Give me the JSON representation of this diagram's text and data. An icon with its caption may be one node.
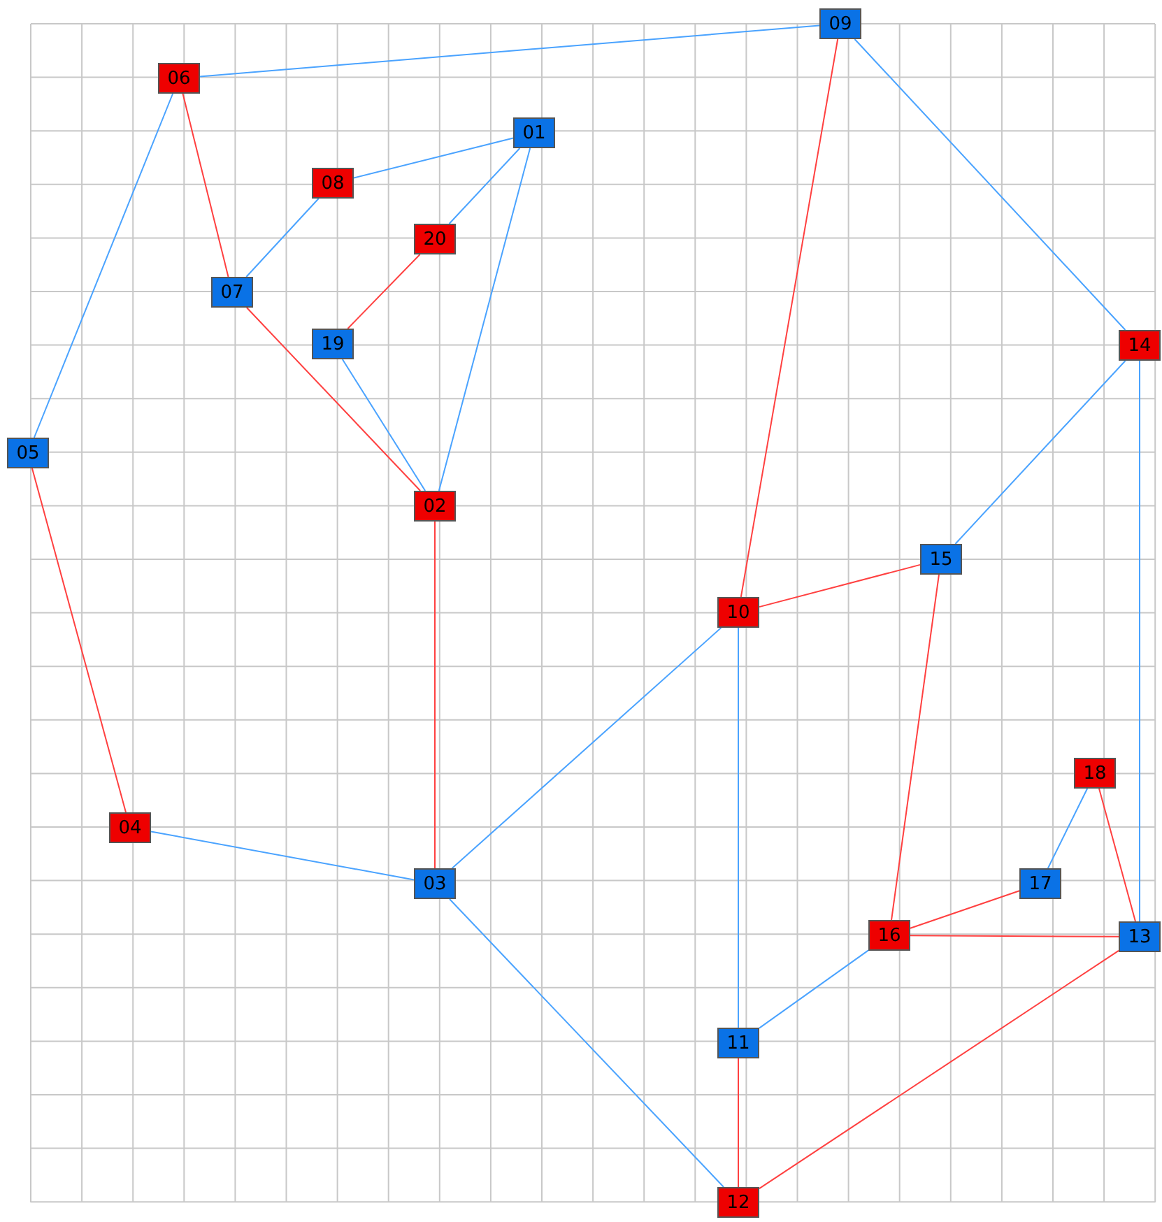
{
  "diagram": {
    "nodes": [
      {
        "text": [
          "01"
        ]
      },
      {
        "text": [
          "02"
        ]
      },
      {
        "text": [
          "03"
        ]
      },
      {
        "text": [
          "04"
        ]
      },
      {
        "text": [
          "05"
        ]
      },
      {
        "text": [
          "06"
        ]
      },
      {
        "text": [
          "07"
        ]
      },
      {
        "text": [
          "08"
        ]
      },
      {
        "text": [
          "09"
        ]
      },
      {
        "text": [
          "10"
        ]
      },
      {
        "text": [
          "11"
        ]
      },
      {
        "text": [
          "12"
        ]
      },
      {
        "text": [
          "13"
        ]
      },
      {
        "text": [
          "14"
        ]
      },
      {
        "text": [
          "15"
        ]
      },
      {
        "text": [
          "16"
        ]
      },
      {
        "text": [
          "17"
        ]
      },
      {
        "text": [
          "18"
        ]
      },
      {
        "text": [
          "19"
        ]
      },
      {
        "text": [
          "20"
        ]
      }
    ],
    "edges": [
      {
        "from": 8,
        "to": 5,
        "arrow": "none"
      },
      {
        "from": 5,
        "to": 4,
        "arrow": "none"
      },
      {
        "from": 5,
        "to": 6,
        "arrow": "none",
        "color": "#ff4040"
      },
      {
        "from": 7,
        "to": 0,
        "arrow": "none"
      },
      {
        "from": 7,
        "to": 6,
        "arrow": "none"
      },
      {
        "from": 0,
        "to": 19,
        "arrow": "none"
      },
      {
        "from": 0,
        "to": 1,
        "arrow": "none"
      },
      {
        "from": 19,
        "to": 18,
        "arrow": "none",
        "color": "#ff4040"
      },
      {
        "from": 18,
        "to": 1,
        "arrow": "none"
      },
      {
        "from": 6,
        "to": 1,
        "arrow": "none",
        "color": "#ff4040"
      },
      {
        "from": 8,
        "to": 9,
        "arrow": "none",
        "color": "#ff4040"
      },
      {
        "from": 8,
        "to": 13,
        "arrow": "none"
      },
      {
        "from": 4,
        "to": 3,
        "arrow": "none",
        "color": "#ff4040"
      },
      {
        "from": 13,
        "to": 14,
        "arrow": "none"
      },
      {
        "from": 13,
        "to": 12,
        "arrow": "none"
      },
      {
        "from": 14,
        "to": 9,
        "arrow": "none",
        "color": "#ff4040"
      },
      {
        "from": 14,
        "to": 15,
        "arrow": "none",
        "color": "#ff4040"
      },
      {
        "from": 9,
        "to": 2,
        "arrow": "none"
      },
      {
        "from": 9,
        "to": 10,
        "arrow": "none"
      },
      {
        "from": 3,
        "to": 2,
        "arrow": "none"
      },
      {
        "from": 1,
        "to": 2,
        "arrow": "none",
        "color": "#ff4040"
      },
      {
        "from": 2,
        "to": 11,
        "arrow": "none"
      },
      {
        "from": 10,
        "to": 11,
        "arrow": "none",
        "color": "#ff4040"
      },
      {
        "from": 10,
        "to": 15,
        "arrow": "none"
      },
      {
        "from": 11,
        "to": 12,
        "arrow": "none",
        "color": "#ff4040"
      },
      {
        "from": 15,
        "to": 16,
        "arrow": "none",
        "color": "#ff4040"
      },
      {
        "from": 15,
        "to": 12,
        "arrow": "none",
        "color": "#ff4040"
      },
      {
        "from": 17,
        "to": 16,
        "arrow": "none"
      },
      {
        "from": 17,
        "to": 12,
        "arrow": "none",
        "color": "#ff4040"
      }
    ]
  }
}
